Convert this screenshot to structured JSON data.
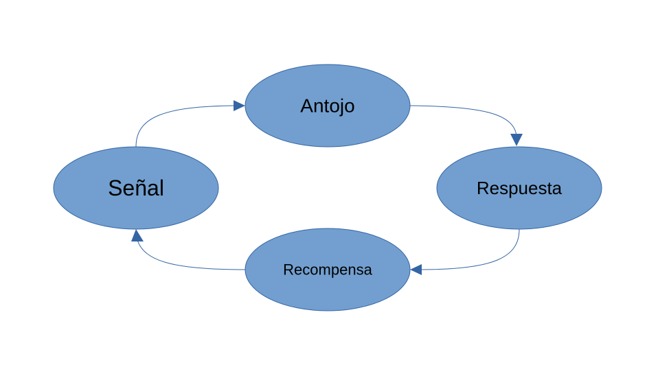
{
  "diagram": {
    "nodes": {
      "antojo": {
        "label": "Antojo"
      },
      "respuesta": {
        "label": "Respuesta"
      },
      "recompensa": {
        "label": "Recompensa"
      },
      "senal": {
        "label": "Señal"
      }
    },
    "edges": [
      {
        "from": "Señal",
        "to": "Antojo"
      },
      {
        "from": "Antojo",
        "to": "Respuesta"
      },
      {
        "from": "Respuesta",
        "to": "Recompensa"
      },
      {
        "from": "Recompensa",
        "to": "Señal"
      }
    ],
    "colors": {
      "node_fill": "#729fcf",
      "node_stroke": "#3465a4",
      "connector": "#3465a4",
      "text": "#000000"
    }
  }
}
